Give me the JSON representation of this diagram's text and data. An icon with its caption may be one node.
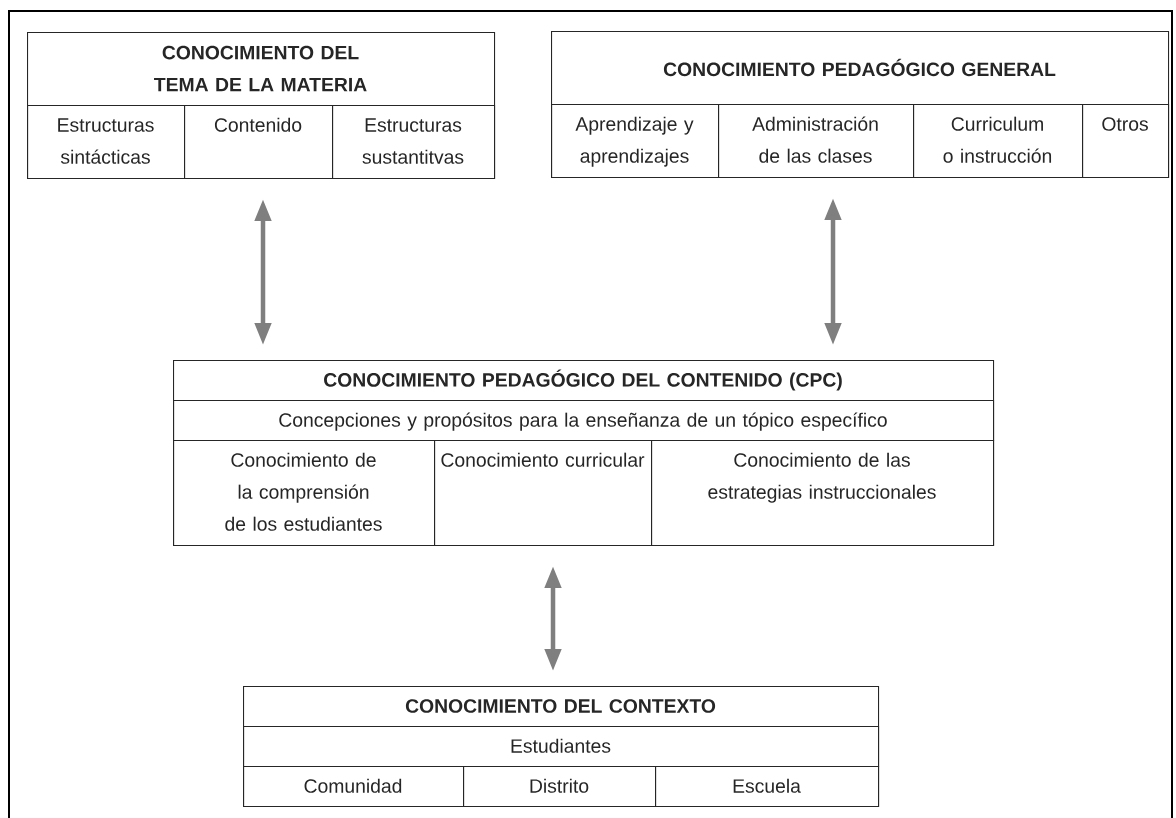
{
  "diagram": {
    "nodes": [
      {
        "text": [
          "CONOCIMIENTO DEL TEMA DE LA MATERIA"
        ]
      },
      {
        "text": [
          "Estructuras sintácticas"
        ],
        "in": 0
      },
      {
        "text": [
          "Contenido"
        ],
        "in": 0
      },
      {
        "text": [
          "Estructuras sustantitvas"
        ],
        "in": 0
      },
      {
        "text": [
          "CONOCIMIENTO PEDAGÓGICO GENERAL"
        ]
      },
      {
        "text": [
          "Aprendizaje y aprendizajes"
        ],
        "in": 4
      },
      {
        "text": [
          "Administración de las clases"
        ],
        "in": 4
      },
      {
        "text": [
          "Curriculum o instrucción"
        ],
        "in": 4
      },
      {
        "text": [
          "Otros"
        ],
        "in": 4
      },
      {
        "text": [
          "CONOCIMIENTO PEDAGÓGICO DEL CONTENIDO (CPC)"
        ]
      },
      {
        "text": [
          "Concepciones y propósitos para la enseñanza de un tópico específico"
        ],
        "in": 9
      },
      {
        "text": [
          "Conocimiento de la comprensión de los estudiantes"
        ],
        "in": 9
      },
      {
        "text": [
          "Conocimiento curricular"
        ],
        "in": 9
      },
      {
        "text": [
          "Conocimiento de las estrategias instruccionales"
        ],
        "in": 9
      },
      {
        "text": [
          "CONOCIMIENTO DEL CONTEXTO"
        ]
      },
      {
        "text": [
          "Estudiantes"
        ],
        "in": 14
      },
      {
        "text": [
          "Comunidad"
        ],
        "in": 14
      },
      {
        "text": [
          "Distrito"
        ],
        "in": 14
      },
      {
        "text": [
          "Escuela"
        ],
        "in": 14
      }
    ],
    "edges": [
      {
        "from": 0,
        "to": 9,
        "arrow": "both"
      },
      {
        "from": 4,
        "to": 9,
        "arrow": "both"
      },
      {
        "from": 9,
        "to": 14,
        "arrow": "both"
      }
    ]
  }
}
